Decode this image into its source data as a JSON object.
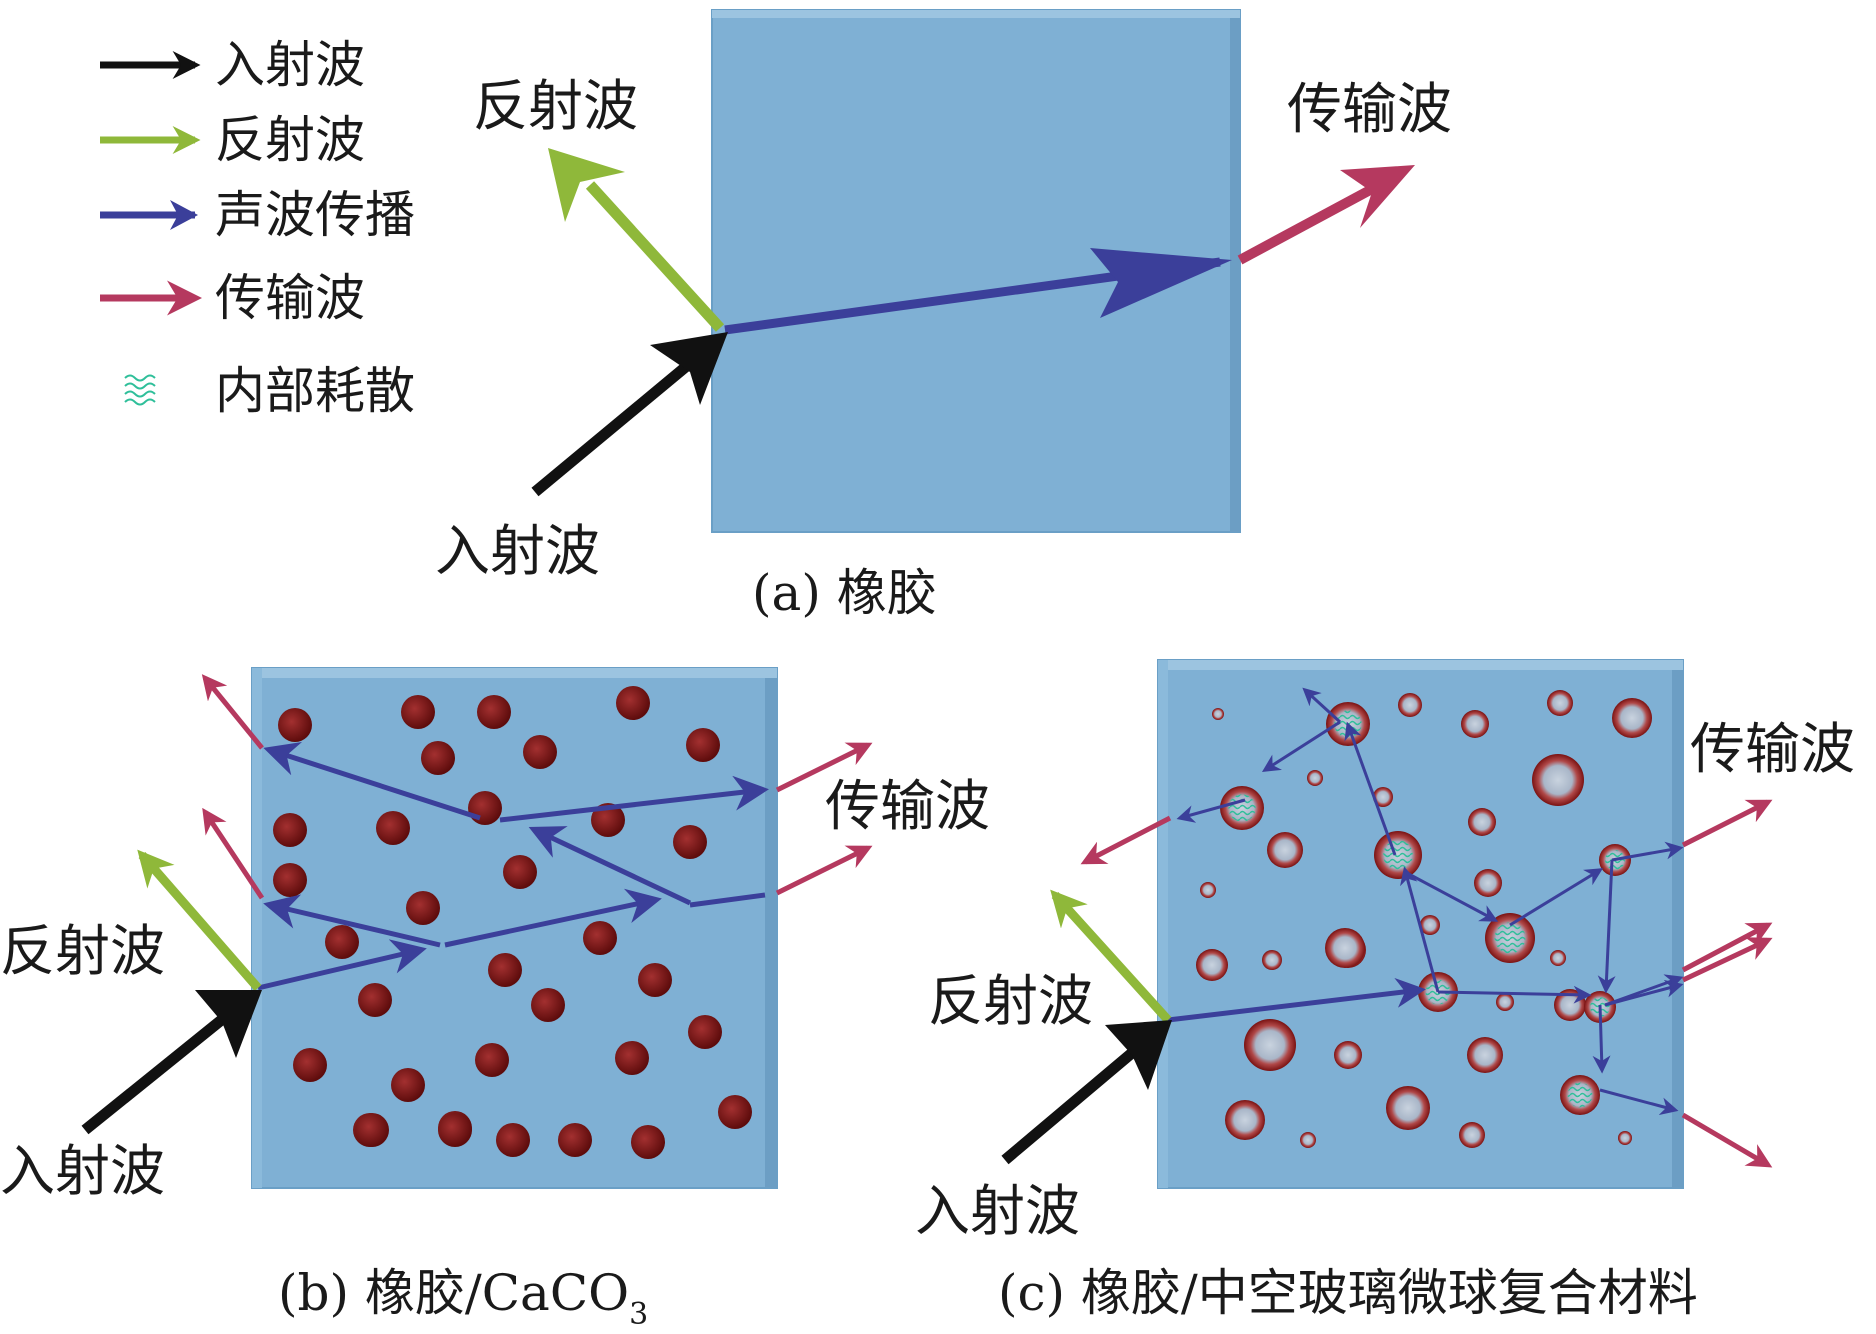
{
  "colors": {
    "incident": "#111111",
    "reflected": "#8fb83a",
    "propagation": "#3b3f9a",
    "transmitted": "#b5395f",
    "dissipation": "#2fbf9a",
    "material": "#7fb0d4",
    "particle": "#7a1212"
  },
  "legend": [
    {
      "key": "incident",
      "label": "入射波",
      "icon": "black-arrow"
    },
    {
      "key": "reflected",
      "label": "反射波",
      "icon": "green-arrow"
    },
    {
      "key": "propagation",
      "label": "声波传播",
      "icon": "blue-arrow"
    },
    {
      "key": "transmitted",
      "label": "传输波",
      "icon": "crimson-arrow"
    },
    {
      "key": "dissipation",
      "label": "内部耗散",
      "icon": "wavy-dissipation-icon"
    }
  ],
  "panels": {
    "a": {
      "caption": "(a) 橡胶",
      "reflected_label": "反射波",
      "transmitted_label": "传输波",
      "incident_label": "入射波"
    },
    "b": {
      "caption": "(b) 橡胶/CaCO",
      "caption_sub": "3",
      "reflected_label": "反射波",
      "transmitted_label": "传输波",
      "incident_label": "入射波"
    },
    "c": {
      "caption": "(c) 橡胶/中空玻璃微球复合材料",
      "reflected_label": "反射波",
      "transmitted_label": "传输波",
      "incident_label": "入射波"
    }
  }
}
